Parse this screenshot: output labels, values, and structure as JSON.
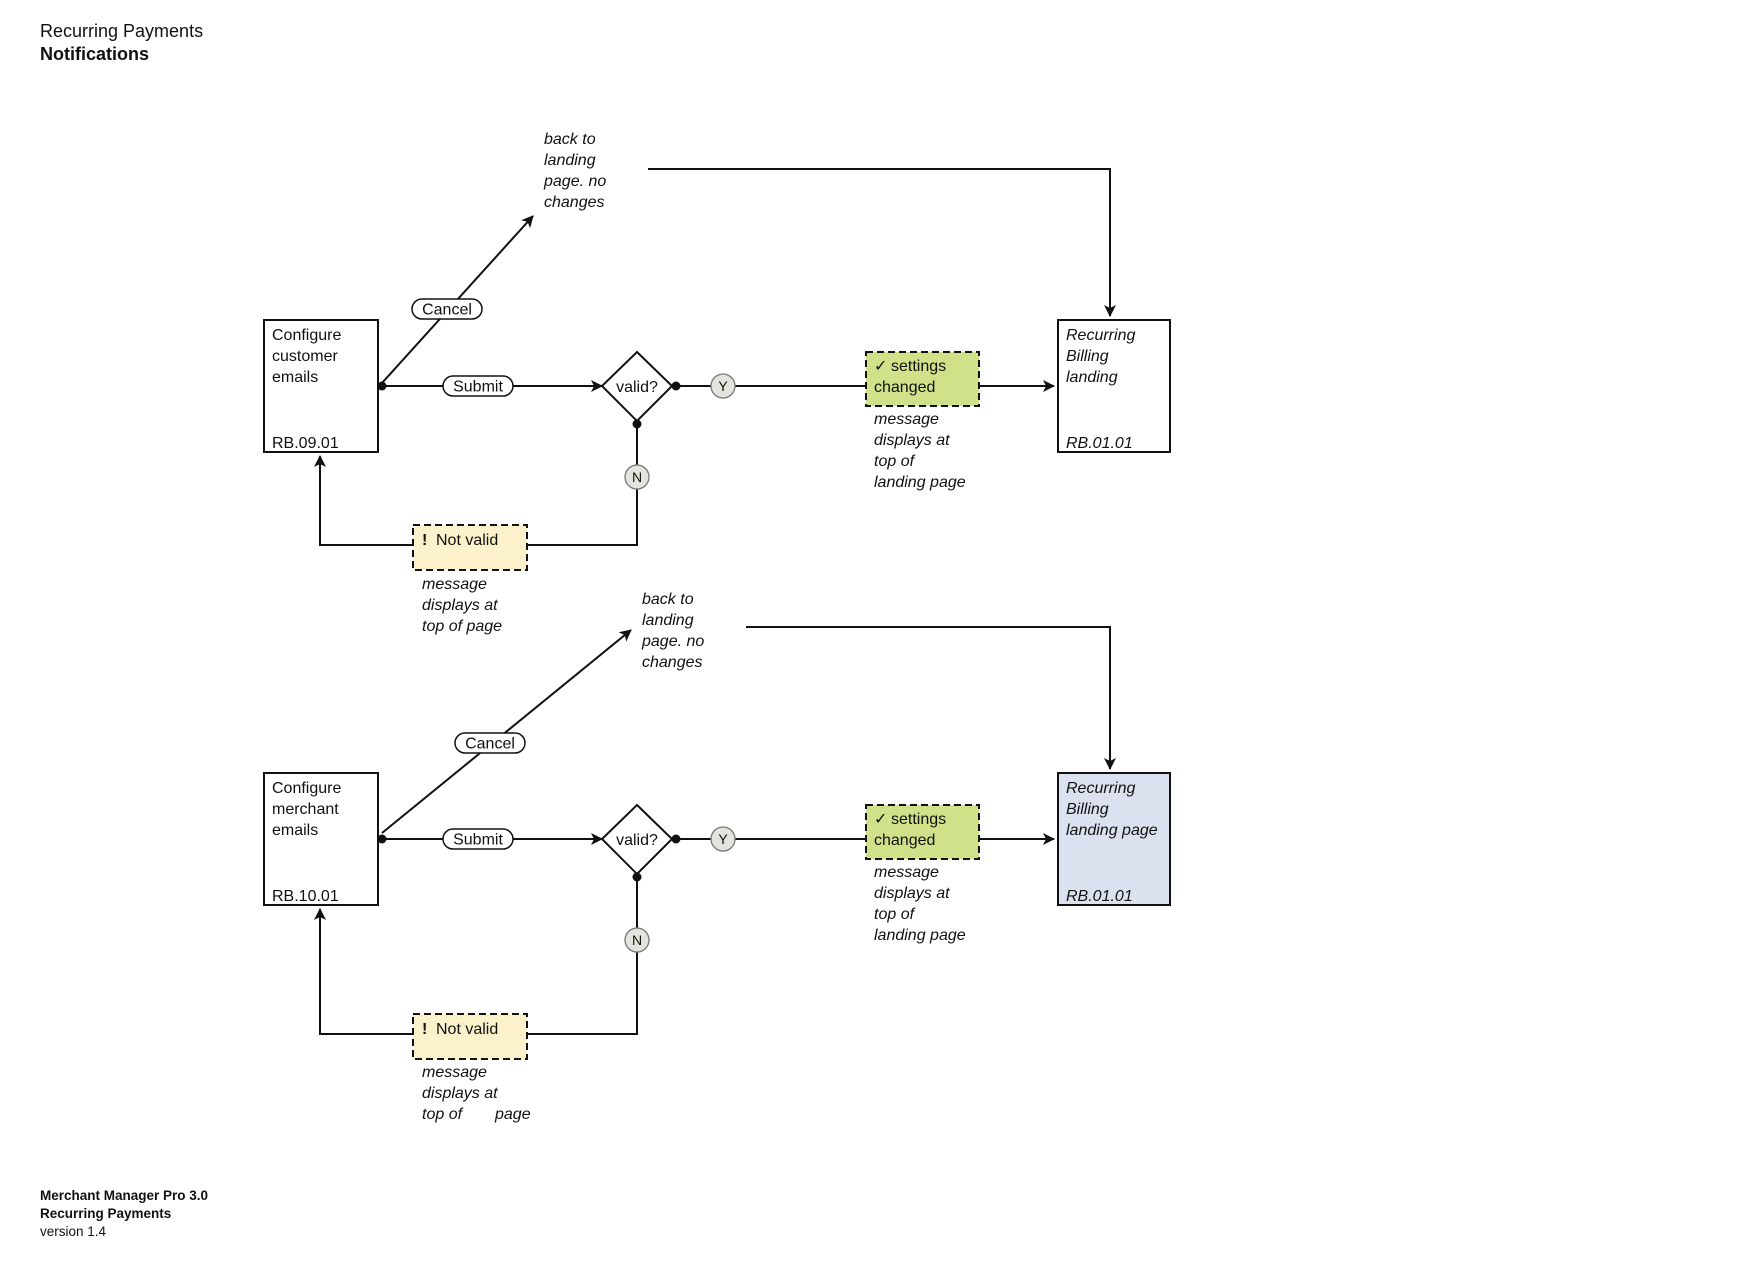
{
  "header": {
    "section": "Recurring Payments",
    "title": "Notifications"
  },
  "footer": {
    "product": "Merchant Manager Pro 3.0",
    "module": "Recurring Payments",
    "version": "version 1.4"
  },
  "colors": {
    "success_fill": "#cfe28a",
    "warning_fill": "#fbf2cc",
    "target_highlight": "#dbe1ef",
    "connector_circle": "#e4e4de",
    "stroke": "#111111"
  },
  "flows": [
    {
      "source": {
        "lines": [
          "Configure",
          "customer",
          "emails"
        ],
        "id": "RB.09.01"
      },
      "cancel_label": "Cancel",
      "submit_label": "Submit",
      "cancel_note": [
        "back to",
        "landing",
        "page. no",
        "changes"
      ],
      "decision": "valid?",
      "yes": "Y",
      "no": "N",
      "success_msg": {
        "icon": "✓",
        "lines": [
          "settings",
          "changed"
        ]
      },
      "success_note": [
        "message",
        "displays at",
        "top of",
        "landing page"
      ],
      "error_msg": {
        "icon": "!",
        "text": "Not valid"
      },
      "error_note": [
        "message",
        "displays at",
        "top of page"
      ],
      "target": {
        "lines": [
          "Recurring",
          "Billing",
          "landing"
        ],
        "id": "RB.01.01",
        "highlighted": false
      }
    },
    {
      "source": {
        "lines": [
          "Configure",
          "merchant",
          "emails"
        ],
        "id": "RB.10.01"
      },
      "cancel_label": "Cancel",
      "submit_label": "Submit",
      "cancel_note": [
        "back to",
        "landing",
        "page. no",
        "changes"
      ],
      "decision": "valid?",
      "yes": "Y",
      "no": "N",
      "success_msg": {
        "icon": "✓",
        "lines": [
          "settings",
          "changed"
        ]
      },
      "success_note": [
        "message",
        "displays at",
        "top of",
        "landing page"
      ],
      "error_msg": {
        "icon": "!",
        "text": "Not valid"
      },
      "error_note": [
        "message",
        "displays at",
        "top of",
        "page"
      ],
      "target": {
        "lines": [
          "Recurring",
          "Billing",
          "landing page"
        ],
        "id": "RB.01.01",
        "highlighted": true
      }
    }
  ]
}
